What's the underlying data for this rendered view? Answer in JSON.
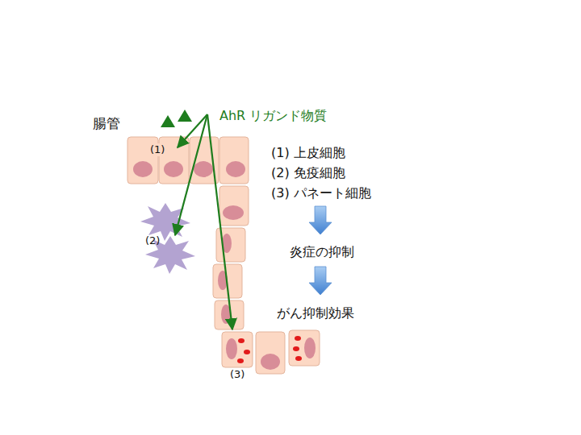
{
  "diagram": {
    "labels": [
      "腸管",
      "AhR リガンド物質",
      "(1)",
      "(2)",
      "(3)",
      "(1) 上皮細胞",
      "(2) 免疫細胞",
      "(3) パネート細胞",
      "炎症の抑制",
      "がん抑制効果"
    ]
  }
}
